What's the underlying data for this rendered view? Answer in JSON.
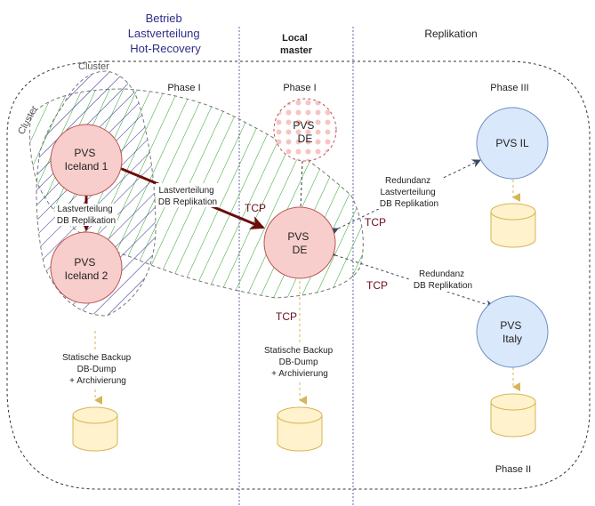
{
  "headers": {
    "betrieb": [
      "Betrieb",
      "Lastverteilung",
      "Hot-Recovery"
    ],
    "local_master": [
      "Local",
      "master"
    ],
    "replikation": "Replikation"
  },
  "phases": {
    "left": "Phase I",
    "middle": "Phase I",
    "right_top": "Phase III",
    "right_bottom": "Phase II"
  },
  "clusters": {
    "outer": "Cluster",
    "inner": "Cluster"
  },
  "nodes": {
    "iceland1": [
      "PVS",
      "Iceland 1"
    ],
    "iceland2": [
      "PVS",
      "Iceland 2"
    ],
    "de_standby": [
      "PVS",
      "DE"
    ],
    "de": [
      "PVS",
      "DE"
    ],
    "il": "PVS IL",
    "italy": [
      "PVS",
      "Italy"
    ]
  },
  "edges": {
    "iceland_internal": [
      "Lastverteilung",
      "DB Replikation"
    ],
    "iceland_to_de": [
      "Lastverteilung",
      "DB Replikation"
    ],
    "de_to_il": [
      "Redundanz",
      "Lastverteilung",
      "DB Replikation"
    ],
    "de_to_italy": [
      "Redundanz",
      "DB Replikation"
    ],
    "backup_left": [
      "Statische Backup",
      "DB-Dump",
      "+ Archivierung"
    ],
    "backup_middle": [
      "Statische Backup",
      "DB-Dump",
      "+ Archivierung"
    ]
  },
  "tcp_labels": {
    "iceland_de": "TCP",
    "de_il": "TCP",
    "de_italy": "TCP",
    "de_backup": "TCP"
  },
  "colors": {
    "pvs_fill": "#f8cecc",
    "pvs_stroke": "#b85450",
    "replica_fill": "#dae8fc",
    "replica_stroke": "#6c8ebf",
    "db_fill": "#fff2cc",
    "db_stroke": "#d6b656",
    "arrow_dark_red": "#6b0c0c",
    "arrow_slate": "#34495e",
    "hatch_green": "#2ca02c",
    "hatch_blue": "#2e2e8a",
    "divider": "#6666aa"
  }
}
